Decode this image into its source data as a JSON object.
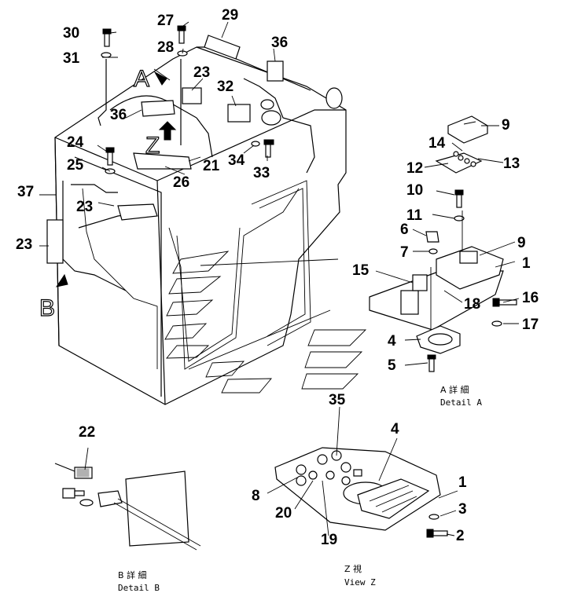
{
  "callouts": {
    "main": [
      "30",
      "31",
      "27",
      "28",
      "29",
      "36",
      "36",
      "23",
      "32",
      "24",
      "25",
      "34",
      "33",
      "21",
      "26",
      "37",
      "23",
      "23"
    ],
    "detailA": [
      "9",
      "14",
      "13",
      "12",
      "10",
      "11",
      "6",
      "9",
      "7",
      "1",
      "15",
      "16",
      "18",
      "17",
      "4",
      "5"
    ],
    "detailB": [
      "22"
    ],
    "viewZ": [
      "35",
      "4",
      "8",
      "20",
      "19",
      "1",
      "3",
      "2"
    ]
  },
  "view_markers": {
    "a": "A",
    "b": "B",
    "z": "Z"
  },
  "captions": {
    "detail_a_jp": "A 詳 細",
    "detail_a_en": "Detail A",
    "detail_b_jp": "B 詳 細",
    "detail_b_en": "Detail B",
    "view_z_jp": "Z 視",
    "view_z_en": "View Z"
  }
}
